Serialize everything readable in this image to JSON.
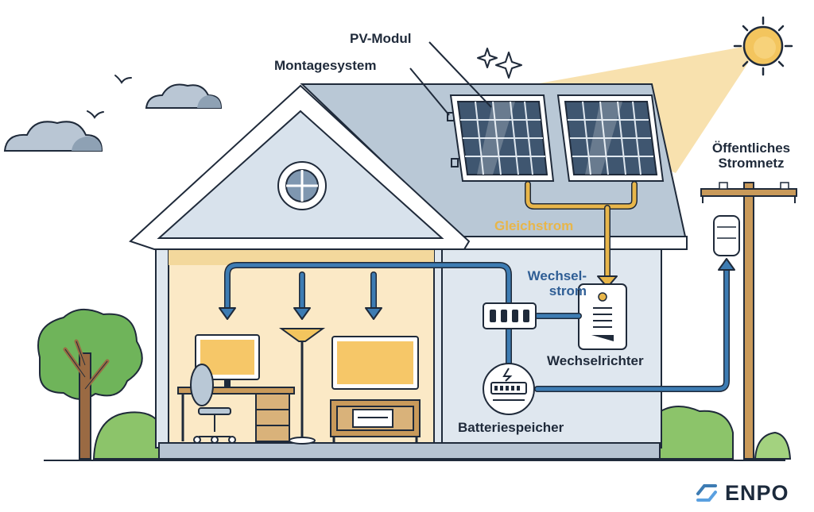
{
  "labels": {
    "pv_module": "PV-Modul",
    "mounting_system": "Montagesystem",
    "public_grid_line1": "Öffentliches",
    "public_grid_line2": "Stromnetz",
    "direct_current": "Gleichstrom",
    "alternating_current_line1": "Wechsel-",
    "alternating_current_line2": "strom",
    "inverter": "Wechselrichter",
    "battery_storage": "Batteriespeicher"
  },
  "logo": {
    "text": "ENPO"
  },
  "colors": {
    "outline": "#1f2a3a",
    "roof": "#b9c8d6",
    "wall": "#dfe7ef",
    "interior_glow": "#fbe9c6",
    "sun": "#f3c55e",
    "sunbeam": "#f5d48a",
    "dc_line": "#e8b64a",
    "ac_line": "#3d7cb3",
    "panel_cell": "#3f5670",
    "tree_leaves": "#6fb45a",
    "bush": "#8cc46a"
  }
}
